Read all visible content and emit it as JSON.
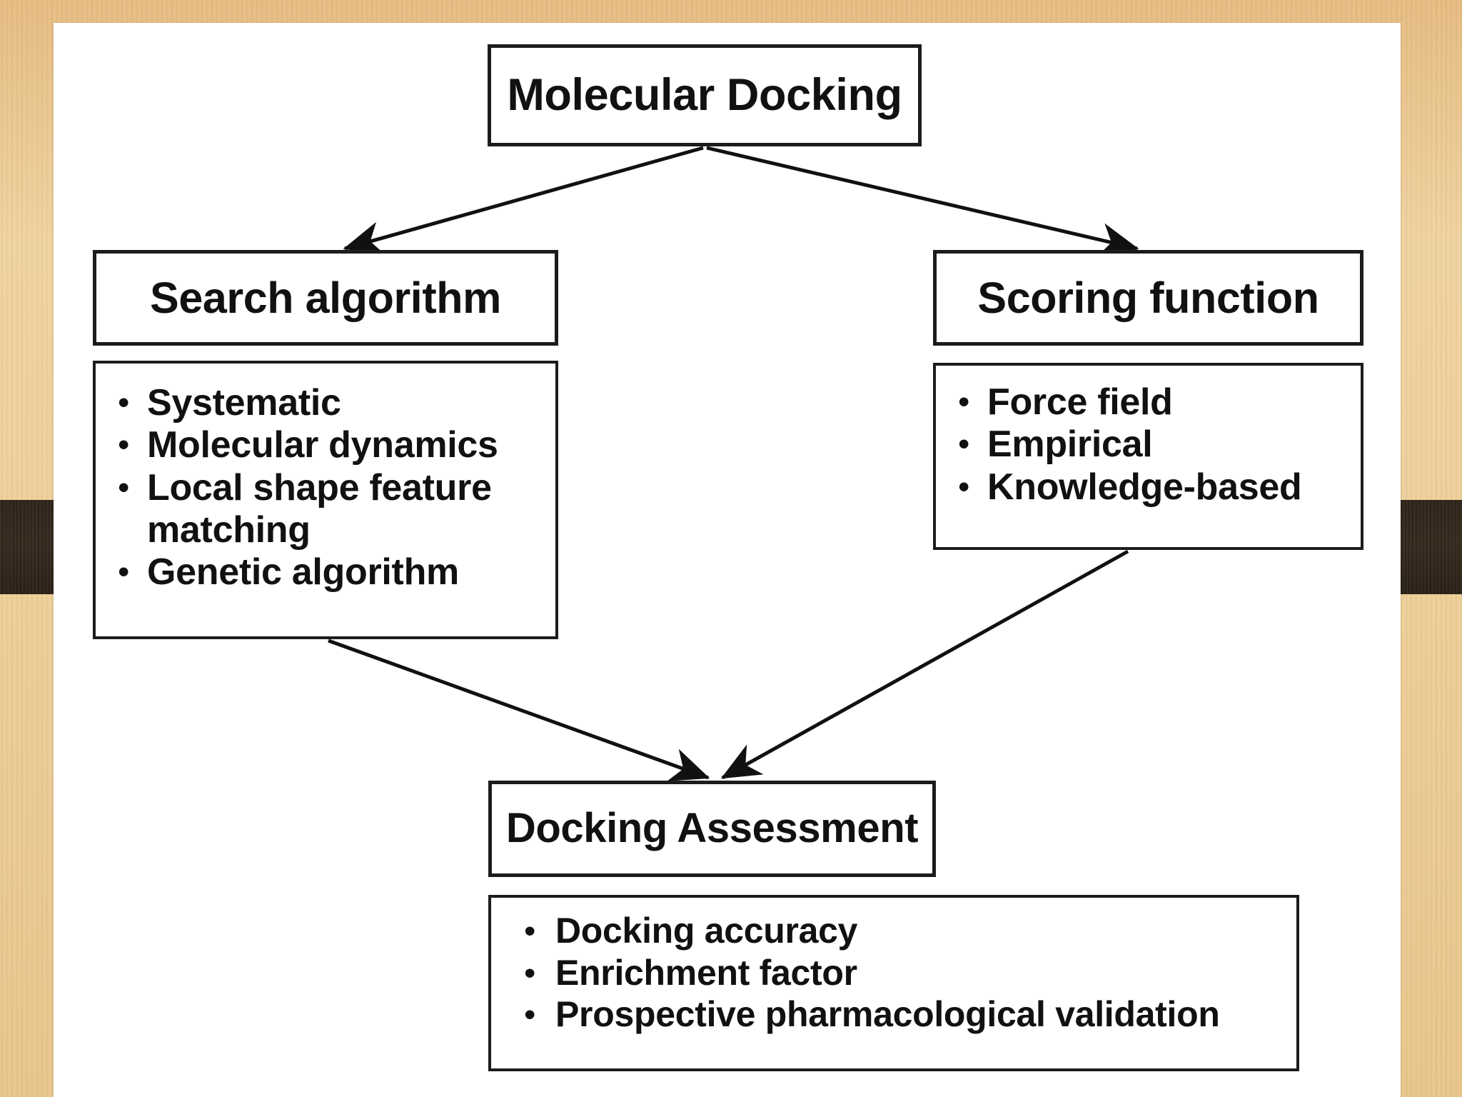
{
  "diagram": {
    "title": "Molecular Docking workflow flowchart",
    "colors": {
      "box_border": "#1c1c1c",
      "box_fill": "#ffffff",
      "text": "#111111",
      "slide_background": "#ffffff",
      "desk_wood": "#eecf99",
      "desk_dark_band": "#2f2419",
      "connector": "#111111"
    },
    "bullet_glyph": "•",
    "nodes": {
      "root": {
        "label": "Molecular Docking"
      },
      "search_algorithm": {
        "label": "Search algorithm",
        "items": [
          "Systematic",
          "Molecular dynamics",
          "Local shape feature matching",
          "Genetic algorithm"
        ]
      },
      "scoring_function": {
        "label": "Scoring function",
        "items": [
          "Force field",
          "Empirical",
          "Knowledge-based"
        ]
      },
      "docking_assessment": {
        "label": "Docking Assessment",
        "items": [
          "Docking accuracy",
          "Enrichment factor",
          "Prospective pharmacological validation"
        ]
      }
    },
    "edges": [
      {
        "name": "root-to-search-algorithm",
        "from": "Molecular Docking",
        "to": "Search algorithm",
        "style": "arrow"
      },
      {
        "name": "root-to-scoring-function",
        "from": "Molecular Docking",
        "to": "Scoring function",
        "style": "arrow"
      },
      {
        "name": "search-algorithm-to-assessment",
        "from": "Search algorithm",
        "to": "Docking Assessment",
        "style": "arrow"
      },
      {
        "name": "scoring-function-to-assessment",
        "from": "Scoring function",
        "to": "Docking Assessment",
        "style": "arrow"
      }
    ]
  }
}
